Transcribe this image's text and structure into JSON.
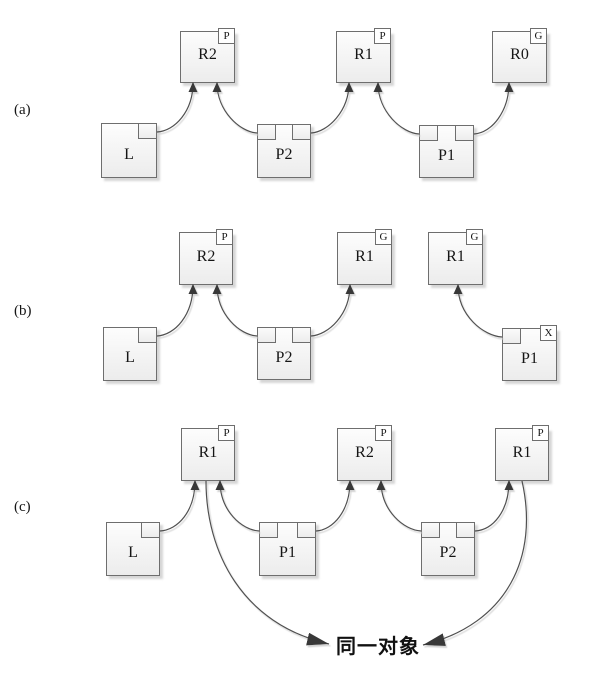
{
  "colors": {
    "box_border": "#6e6e6e",
    "box_fill_top": "#fdfdfd",
    "box_fill_bottom": "#ececec",
    "arrow_line": "#4f4f4f",
    "arrow_head": "#383838",
    "shadow": "#cfcfcf"
  },
  "rows": {
    "a": {
      "label": "(a)",
      "r_boxes": [
        {
          "label": "R2",
          "tag": "P"
        },
        {
          "label": "R1",
          "tag": "P"
        },
        {
          "label": "R0",
          "tag": "G"
        }
      ],
      "l_box": {
        "label": "L"
      },
      "p_boxes": [
        {
          "label": "P2"
        },
        {
          "label": "P1"
        }
      ]
    },
    "b": {
      "label": "(b)",
      "r_boxes": [
        {
          "label": "R2",
          "tag": "P"
        },
        {
          "label": "R1",
          "tag": "G"
        },
        {
          "label": "R1",
          "tag": "G"
        }
      ],
      "l_box": {
        "label": "L"
      },
      "p_boxes": [
        {
          "label": "P2"
        },
        {
          "label": "P1",
          "tag": "X"
        }
      ]
    },
    "c": {
      "label": "(c)",
      "r_boxes": [
        {
          "label": "R1",
          "tag": "P"
        },
        {
          "label": "R2",
          "tag": "P"
        },
        {
          "label": "R1",
          "tag": "P"
        }
      ],
      "l_box": {
        "label": "L"
      },
      "p_boxes": [
        {
          "label": "P1"
        },
        {
          "label": "P2"
        }
      ]
    }
  },
  "annotation": {
    "text": "同一对象"
  },
  "edges": [
    {
      "row": "a",
      "from": "L",
      "to": "R2"
    },
    {
      "row": "a",
      "from": "P2.slot1",
      "to": "R2"
    },
    {
      "row": "a",
      "from": "P2.slot2",
      "to": "R1"
    },
    {
      "row": "a",
      "from": "P1.slot1",
      "to": "R1"
    },
    {
      "row": "a",
      "from": "P1.slot2",
      "to": "R0"
    },
    {
      "row": "b",
      "from": "L",
      "to": "R2"
    },
    {
      "row": "b",
      "from": "P2.slot1",
      "to": "R2"
    },
    {
      "row": "b",
      "from": "P2.slot2",
      "to": "R1-left"
    },
    {
      "row": "b",
      "from": "P1.slot1",
      "to": "R1-right"
    },
    {
      "row": "c",
      "from": "L",
      "to": "R1-left"
    },
    {
      "row": "c",
      "from": "P1.slot1",
      "to": "R1-left"
    },
    {
      "row": "c",
      "from": "P1.slot2",
      "to": "R2"
    },
    {
      "row": "c",
      "from": "P2.slot1",
      "to": "R2"
    },
    {
      "row": "c",
      "from": "P2.slot2",
      "to": "R1-right"
    },
    {
      "row": "c",
      "from": "R1-left",
      "to": "annotation-same-object"
    },
    {
      "row": "c",
      "from": "R1-right",
      "to": "annotation-same-object"
    }
  ]
}
